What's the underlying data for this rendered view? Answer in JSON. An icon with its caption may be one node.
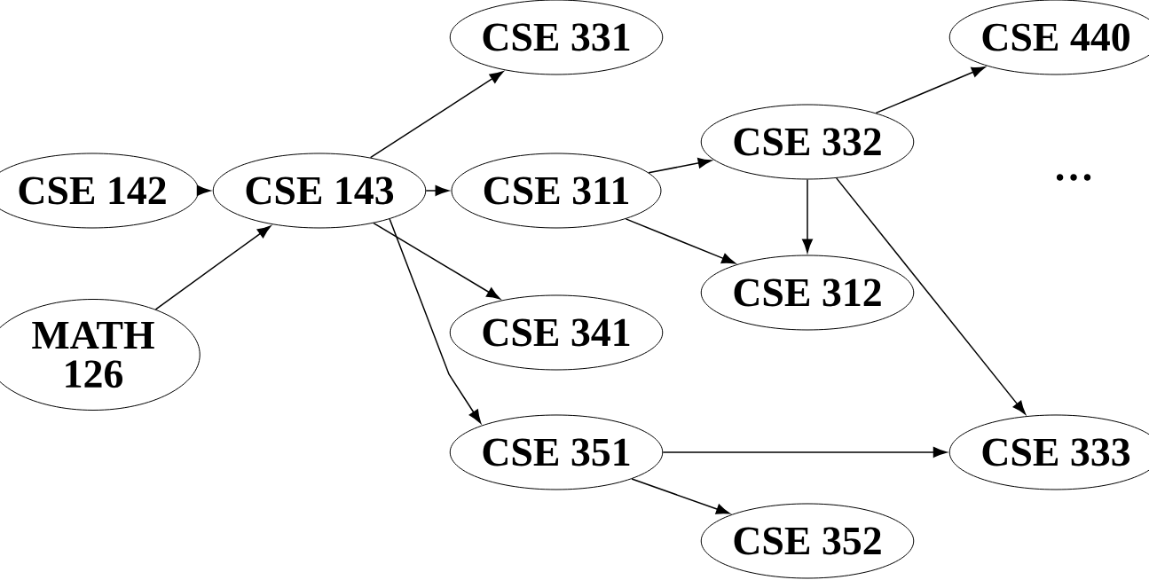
{
  "diagram": {
    "nodes": [
      {
        "text": [
          "CSE 142"
        ]
      },
      {
        "text": [
          "MATH 126"
        ]
      },
      {
        "text": [
          "CSE 143"
        ]
      },
      {
        "text": [
          "CSE 331"
        ]
      },
      {
        "text": [
          "CSE 311"
        ]
      },
      {
        "text": [
          "CSE 341"
        ]
      },
      {
        "text": [
          "CSE 351"
        ]
      },
      {
        "text": [
          "CSE 332"
        ]
      },
      {
        "text": [
          "CSE 312"
        ]
      },
      {
        "text": [
          "CSE 352"
        ]
      },
      {
        "text": [
          "CSE 440"
        ]
      },
      {
        "text": [
          "CSE 333"
        ]
      }
    ],
    "edges": [
      {
        "from": 0,
        "to": 2,
        "arrow": "to"
      },
      {
        "from": 1,
        "to": 2,
        "arrow": "to"
      },
      {
        "from": 2,
        "to": 3,
        "arrow": "to"
      },
      {
        "from": 2,
        "to": 4,
        "arrow": "to"
      },
      {
        "from": 2,
        "to": 5,
        "arrow": "to"
      },
      {
        "from": 2,
        "to": 6,
        "arrow": "to"
      },
      {
        "from": 4,
        "to": 7,
        "arrow": "to"
      },
      {
        "from": 4,
        "to": 8,
        "arrow": "to"
      },
      {
        "from": 7,
        "to": 8,
        "arrow": "to"
      },
      {
        "from": 7,
        "to": 10,
        "arrow": "to"
      },
      {
        "from": 7,
        "to": 11,
        "arrow": "to"
      },
      {
        "from": 6,
        "to": 11,
        "arrow": "to"
      },
      {
        "from": 6,
        "to": 9,
        "arrow": "to"
      }
    ],
    "labels": [
      "…"
    ]
  }
}
